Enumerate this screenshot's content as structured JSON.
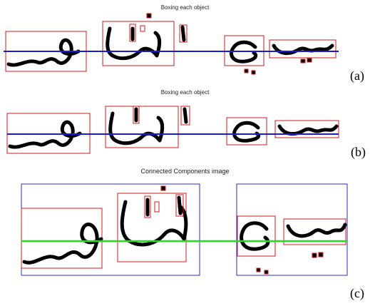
{
  "panels": [
    {
      "title": "Boxing each object",
      "label": "(a)",
      "baseline_color": "#1a1adf"
    },
    {
      "title": "Boxing each object",
      "label": "(b)",
      "baseline_color": "#1a1adf"
    },
    {
      "title": "Connected Components image",
      "label": "(c)",
      "baseline_color": "#22dd22"
    }
  ],
  "colors": {
    "box": "#d01818",
    "component_box": "#2a2ad0",
    "ink": "#000000"
  }
}
